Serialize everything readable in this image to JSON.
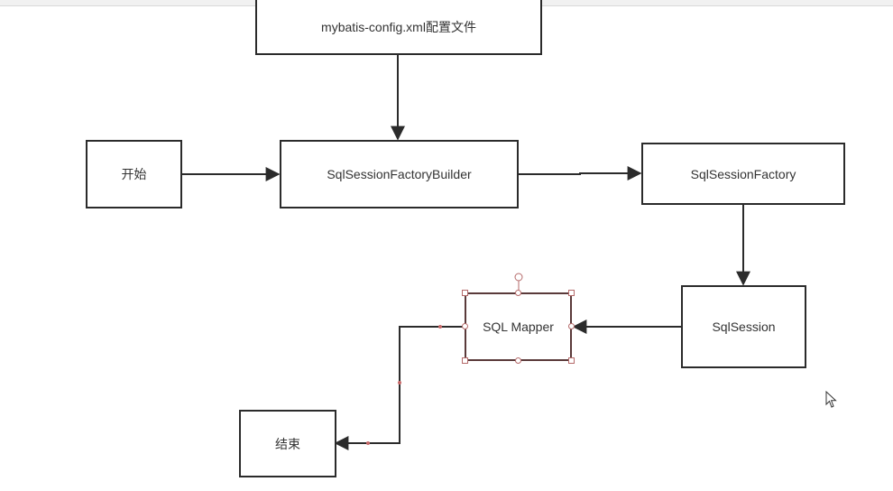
{
  "diagram": {
    "nodes": {
      "config": "mybatis-config.xml配置文件",
      "start": "开始",
      "builder": "SqlSessionFactoryBuilder",
      "factory": "SqlSessionFactory",
      "session": "SqlSession",
      "mapper": "SQL Mapper",
      "end": "结束"
    },
    "colors": {
      "stroke": "#2b2b2b",
      "selection_handle": "#b56a6a"
    }
  }
}
